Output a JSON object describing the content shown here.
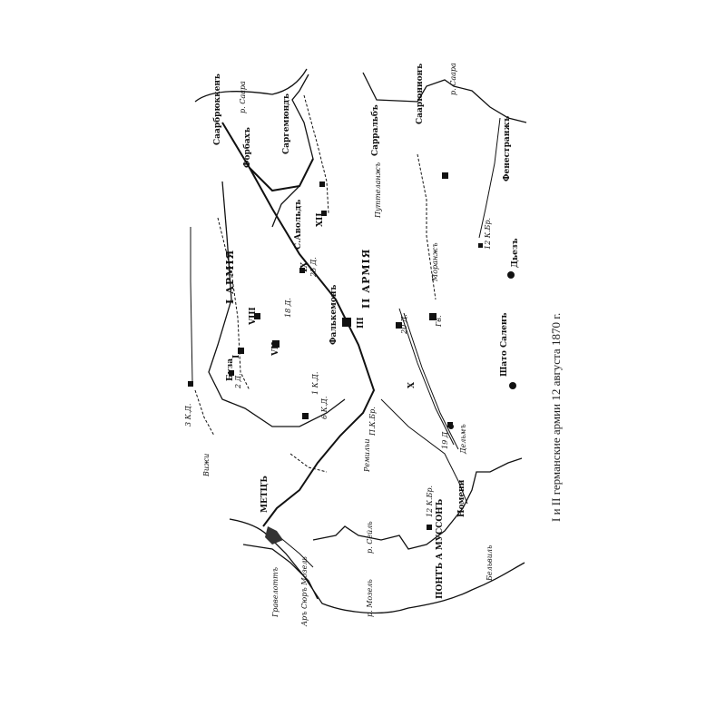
{
  "caption": "I и II германские армии 12 августа 1870 г.",
  "armies": [
    "I АРМІЯ",
    "II АРМІЯ"
  ],
  "towns": {
    "metz": "МЕТЦЪ",
    "pont_a_mousson": "ПОНТЪ А МУССОНЪ",
    "saarbrucken": "Саарбрюккенъ",
    "sarreguemines": "Саргемюндъ",
    "forbach": "Форбахъ",
    "sarralbe": "Сарральбъ",
    "sarre_union": "Саарюнионъ",
    "fenetrange": "Фенестранжъ",
    "dieuze": "Дьезъ",
    "chateau_salins": "Шато Саленъ",
    "nomeny": "Номени",
    "faulquemont": "Фалькемонъ",
    "st_avold": "С.Авольдъ",
    "boulay": "Буза",
    "vigy": "Вижи",
    "ars": "Аръ Сюръ Мозель",
    "gravelotte": "Гравелоттъ",
    "belleville": "Бельвиль",
    "delme": "Дельмъ",
    "remilly": "Ремильи",
    "morhange": "Моранжъ",
    "puttelange": "Путтеланжъ"
  },
  "rivers": {
    "saar": "р. Саара",
    "saar2": "р. Саара",
    "moselle": "р. Мозель",
    "seille": "р. Сейль"
  },
  "units": {
    "c1": "I",
    "c7": "VII",
    "c8": "VIII",
    "c9": "IX",
    "c3": "III",
    "c10": "X",
    "c12": "XII",
    "cd3": "3 К.Д.",
    "cd1": "1 К.Д.",
    "cd6": "6 К.Д.",
    "d2": "2 Д.",
    "d25": "25 Д.",
    "d18": "18 Д.",
    "d20": "20 Д.",
    "d19": "19 Д.",
    "gv": "Гв.",
    "kbr12a": "12 К.Бр.",
    "kbr12b": "12 К.Бр.",
    "kbr": "П.К.Бр."
  }
}
